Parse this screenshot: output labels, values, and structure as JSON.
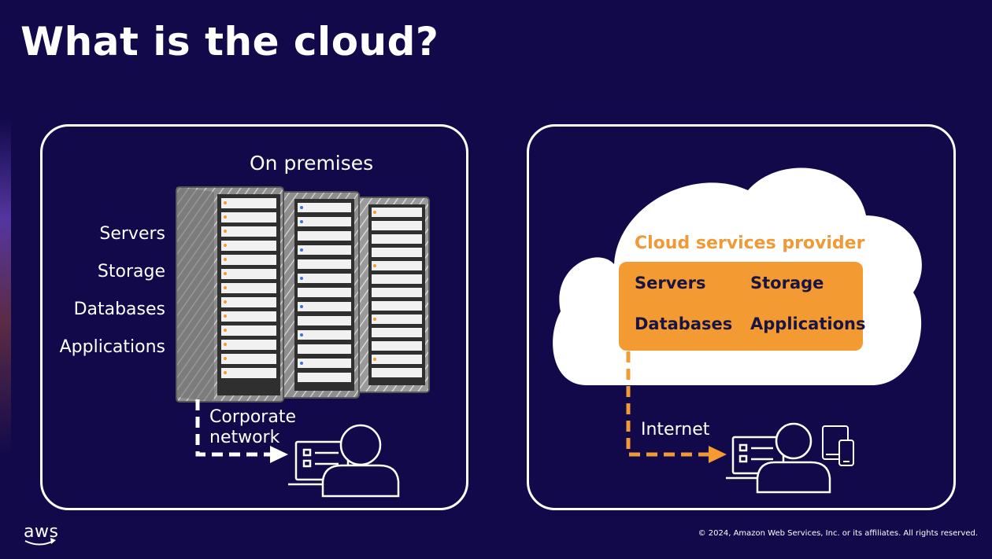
{
  "slide": {
    "title": "What is the cloud?",
    "copyright": "© 2024, Amazon Web Services, Inc. or its affiliates. All rights reserved.",
    "logo_text": "aws"
  },
  "on_premises": {
    "label": "On premises",
    "items": [
      "Servers",
      "Storage",
      "Databases",
      "Applications"
    ],
    "connection_label_line1": "Corporate",
    "connection_label_line2": "network"
  },
  "cloud": {
    "provider_label": "Cloud services provider",
    "services": [
      "Servers",
      "Storage",
      "Databases",
      "Applications"
    ],
    "connection_label": "Internet"
  },
  "colors": {
    "background": "#11094a",
    "accent_orange": "#f39a33",
    "text_white": "#ffffff"
  },
  "icons": {
    "server_rack": "server-rack-icon",
    "user_laptop": "user-at-laptop-icon",
    "cloud": "cloud-icon",
    "devices": "tablet-phone-icon"
  }
}
